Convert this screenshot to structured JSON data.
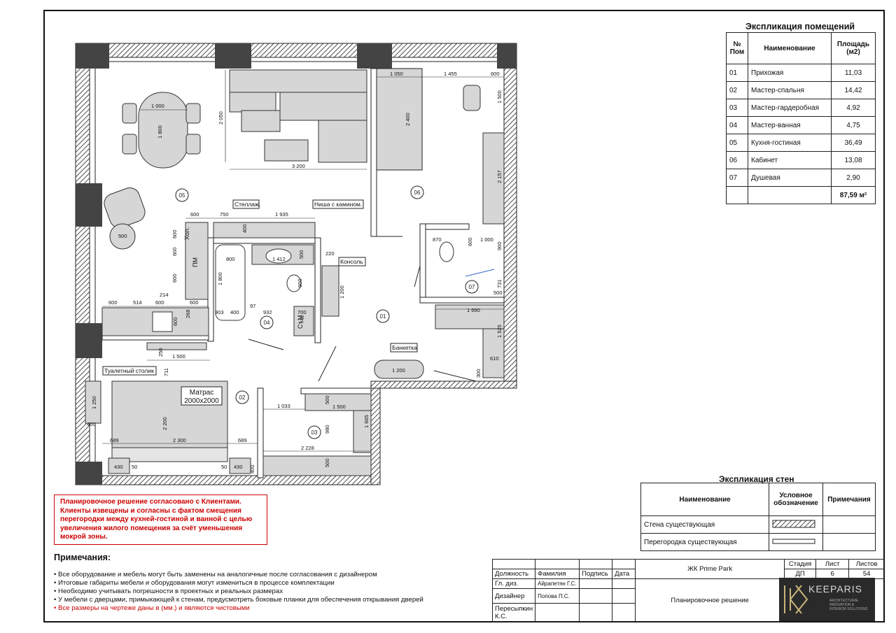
{
  "rooms_table": {
    "title": "Экспликация помещений",
    "headers": [
      "№ Пом",
      "Наименование",
      "Площадь (м2)"
    ],
    "rows": [
      {
        "num": "01",
        "name": "Прихожая",
        "area": "11,03"
      },
      {
        "num": "02",
        "name": "Мастер-спальня",
        "area": "14,42"
      },
      {
        "num": "03",
        "name": "Мастер-гардеробная",
        "area": "4,92"
      },
      {
        "num": "04",
        "name": "Мастер-ванная",
        "area": "4,75"
      },
      {
        "num": "05",
        "name": "Кухня-гостиная",
        "area": "36,49"
      },
      {
        "num": "06",
        "name": "Кабинет",
        "area": "13,08"
      },
      {
        "num": "07",
        "name": "Душевая",
        "area": "2,90"
      }
    ],
    "total": "87,59 м²"
  },
  "walls_table": {
    "title": "Экспликация стен",
    "headers": [
      "Наименование",
      "Условное обозначение",
      "Примечания"
    ],
    "rows": [
      {
        "name": "Стена существующая",
        "note": ""
      },
      {
        "name": "Перегородка существующая",
        "note": ""
      }
    ]
  },
  "red_note": "Планировочное решение согласовано с Клиентами. Клиенты извещены и согласны с фактом смещения перегородки между кухней-гостиной и ванной с целью увеличения жилого помещения за счёт уменьшения мокрой зоны.",
  "notes": {
    "title": "Примечания:",
    "items": [
      "• Все оборудование и мебель могут быть заменены на аналогичные после согласования с дизайнером",
      "• Итоговые габариты мебели и оборудования могут измениться в процессе комплектации",
      "• Необходимо учитывать погрешности в проектных и реальных размерах",
      "• У мебели с дверцами, примыкающей к стенам, предусмотреть боковые планки для обеспечения открывания дверей",
      "• Все размеры на чертеже даны в (мм.) и являются чистовыми"
    ]
  },
  "stamp": {
    "col_headers": [
      "Должность",
      "Фамилия",
      "Подпись",
      "Дата"
    ],
    "people": [
      {
        "role": "Гл. диз.",
        "name": "Айрапетян Г.С."
      },
      {
        "role": "Дизайнер",
        "name": "Попова П.С."
      },
      {
        "role": "Пересыпкин К.С.",
        "name": ""
      }
    ],
    "project": "ЖК Prime Park",
    "sheet_title": "Планировочное решение",
    "stage_label": "Стадия",
    "stage": "ДП",
    "sheet_label": "Лист",
    "sheet_num": "6",
    "sheets_label": "Листов",
    "sheets_total": "54",
    "logo": "KEEPARIS",
    "logo_sub": "ARCHITECTURAL INNOVATION & INTERIOR SOLUTIONS"
  },
  "plan": {
    "room_numbers": [
      "05",
      "06",
      "01",
      "02",
      "03",
      "04",
      "07"
    ],
    "labels": {
      "shelf": "Стеллаж.",
      "fireplace": "Ниша с камином.",
      "console": "Консоль",
      "bench": "Банкетка",
      "vanity": "Туалетный столик",
      "mattress": "Матрас",
      "mattress_size": "2000x2000",
      "fridge": "Хол.",
      "dishwasher": "ПМ",
      "washer": "Ст.М"
    },
    "dims": {
      "d1000": "1 000",
      "d1800": "1 800",
      "d2050": "2 050",
      "d3200": "3 200",
      "d1050": "1 050",
      "d1455": "1 455",
      "d600a": "600",
      "d1500a": "1 500",
      "d2400": "2 400",
      "d2157": "2 157",
      "d600": "600",
      "d750": "750",
      "d1935": "1 935",
      "d400": "400",
      "d220": "220",
      "d800": "800",
      "d1412": "1 412",
      "d500": "500",
      "d1200": "1 200",
      "d303": "303",
      "d97": "97",
      "d932": "932",
      "d700": "700",
      "d748": "748",
      "d214": "214",
      "d514": "514",
      "d268": "268",
      "d250": "250",
      "d711": "711",
      "d870": "870",
      "d1690": "1 690",
      "d1525": "1 525",
      "d610": "610",
      "d731": "731",
      "d300": "300",
      "d1033": "1 033",
      "d980": "980",
      "d1665": "1 665",
      "d2228": "2 228",
      "d1250": "1 250",
      "d2200": "2 200",
      "d2300": "2 300",
      "d689": "689",
      "d430": "430",
      "d50": "50",
      "d900": "900"
    }
  }
}
